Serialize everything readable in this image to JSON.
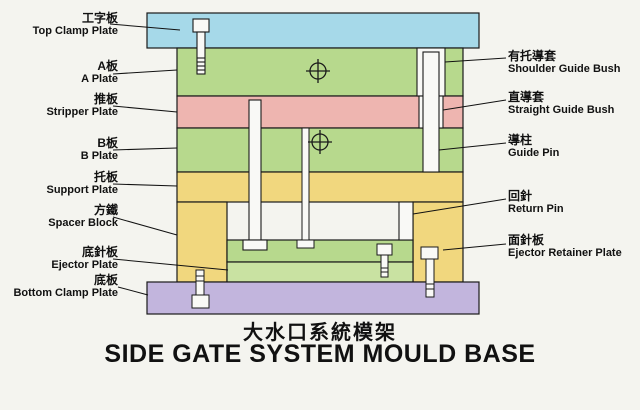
{
  "title": {
    "cn": "大水口系統模架",
    "en": "SIDE GATE SYSTEM MOULD BASE"
  },
  "left_labels": [
    {
      "cn": "工字板",
      "en": "Top Clamp Plate"
    },
    {
      "cn": "A板",
      "en": "A Plate"
    },
    {
      "cn": "推板",
      "en": "Stripper Plate"
    },
    {
      "cn": "B板",
      "en": "B Plate"
    },
    {
      "cn": "托板",
      "en": "Support Plate"
    },
    {
      "cn": "方鐵",
      "en": "Spacer Block"
    },
    {
      "cn": "底針板",
      "en": "Ejector Plate"
    },
    {
      "cn": "底板",
      "en": "Bottom Clamp Plate"
    }
  ],
  "right_labels": [
    {
      "cn": "有托導套",
      "en": "Shoulder Guide Bush"
    },
    {
      "cn": "直導套",
      "en": "Straight Guide Bush"
    },
    {
      "cn": "導柱",
      "en": "Guide Pin"
    },
    {
      "cn": "回針",
      "en": "Return Pin"
    },
    {
      "cn": "面針板",
      "en": "Ejector Retainer Plate"
    }
  ],
  "colors": {
    "background": "#f4f4ef",
    "top_clamp_plate": "#a6d9e9",
    "a_plate": "#b7d98d",
    "stripper_plate": "#eeb5b0",
    "b_plate": "#b7d98d",
    "support_plate": "#f1d77e",
    "spacer_block": "#f1d77e",
    "ejector_retainer_plate": "#b7d98d",
    "ejector_plate": "#c9e2a2",
    "bottom_clamp_plate": "#c2b5dd",
    "pin_fill": "#f9f9f6",
    "outline": "#1a1a1a"
  },
  "parts": [
    "top-clamp-plate",
    "a-plate",
    "stripper-plate",
    "b-plate",
    "support-plate",
    "spacer-block-left",
    "spacer-block-right",
    "ejector-retainer-plate",
    "ejector-plate",
    "bottom-clamp-plate",
    "shoulder-guide-bush",
    "straight-guide-bush",
    "guide-pin",
    "return-pin",
    "ejector-pin",
    "cap-screw-top",
    "cap-screw-ejector",
    "cap-screw-right",
    "cap-screw-bottom"
  ]
}
